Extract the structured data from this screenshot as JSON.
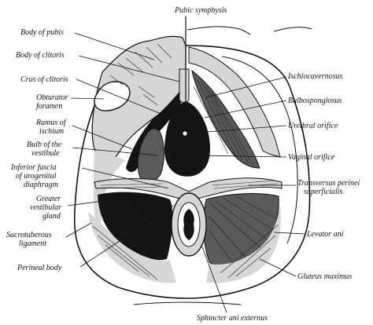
{
  "labels": {
    "pubic_symphysis": "Pubic symphysis",
    "body_of_pubis": "Body of pubis",
    "body_of_clitoris": "Body of clitoris",
    "crus_of_clitoris": "Crus of clitoris",
    "obturator_foramen_1": "Obturator",
    "obturator_foramen_2": "foramen",
    "ramus_of_ischium_1": "Ramus of",
    "ramus_of_ischium_2": "ischium",
    "bulb_of_vestibule_1": "Bulb of the",
    "bulb_of_vestibule_2": "vestibule",
    "inferior_fascia_1": "Inferior fascia",
    "inferior_fascia_2": "of urogenital",
    "inferior_fascia_3": "diaphragm",
    "greater_vestibular_gland_1": "Greater",
    "greater_vestibular_gland_2": "vestibular",
    "greater_vestibular_gland_3": "gland",
    "sacrotuberous_ligament_1": "Sacrotuberous",
    "sacrotuberous_ligament_2": "ligament",
    "perineal_body": "Perineal body",
    "ischiocavernosus": "Ischiocavernosus",
    "bulbospongiosus": "Bulbospongiosus",
    "urethral_orifice": "Urethral orifice",
    "vaginal_orifice": "Vaginal orifice",
    "transversus_perinei_1": "Transversus perinei",
    "transversus_perinei_2": "superficialis",
    "levator_ani": "Levator ani",
    "gluteus_maximus": "Gluteus maximus",
    "sphincter_ani_externus": "Sphincter ani externus"
  }
}
